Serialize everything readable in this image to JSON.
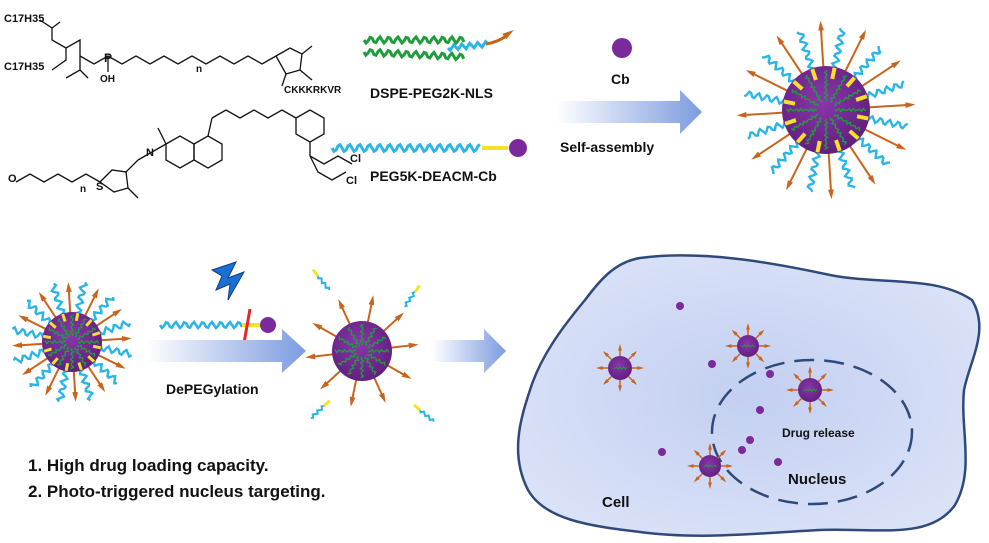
{
  "labels": {
    "dspe": "DSPE-PEG2K-NLS",
    "peg5k": "PEG5K-DEACM-Cb",
    "cb": "Cb",
    "self_assembly": "Self-assembly",
    "depegylation": "DePEGylation",
    "drug_release": "Drug release",
    "nucleus": "Nucleus",
    "cell": "Cell"
  },
  "highlights": [
    "1.  High drug loading capacity.",
    "2.  Photo-triggered nucleus targeting."
  ],
  "chem": {
    "c17_top": "C17H35",
    "c17_bot": "C17H35",
    "p_atom": "P",
    "oh": "OH",
    "peptide": "CKKKRKVR",
    "n_sub": "n",
    "n_sub2": "n",
    "s_atom": "S",
    "cl1": "Cl",
    "cl2": "Cl",
    "nh": "N",
    "methoxy": "O"
  },
  "colors": {
    "peg": "#2bb5e6",
    "lipid": "#1f9d3c",
    "nls": "#c8641c",
    "core": "#7a2a9a",
    "dot": "#7a2a9a",
    "yellow": "#f5e12a",
    "red_cut": "#e5262a",
    "cell_fill": "#cfd8f3",
    "cell_stroke": "#2f4a7a",
    "arrow": "#8aa7e3",
    "bolt": "#1b6fd1"
  }
}
